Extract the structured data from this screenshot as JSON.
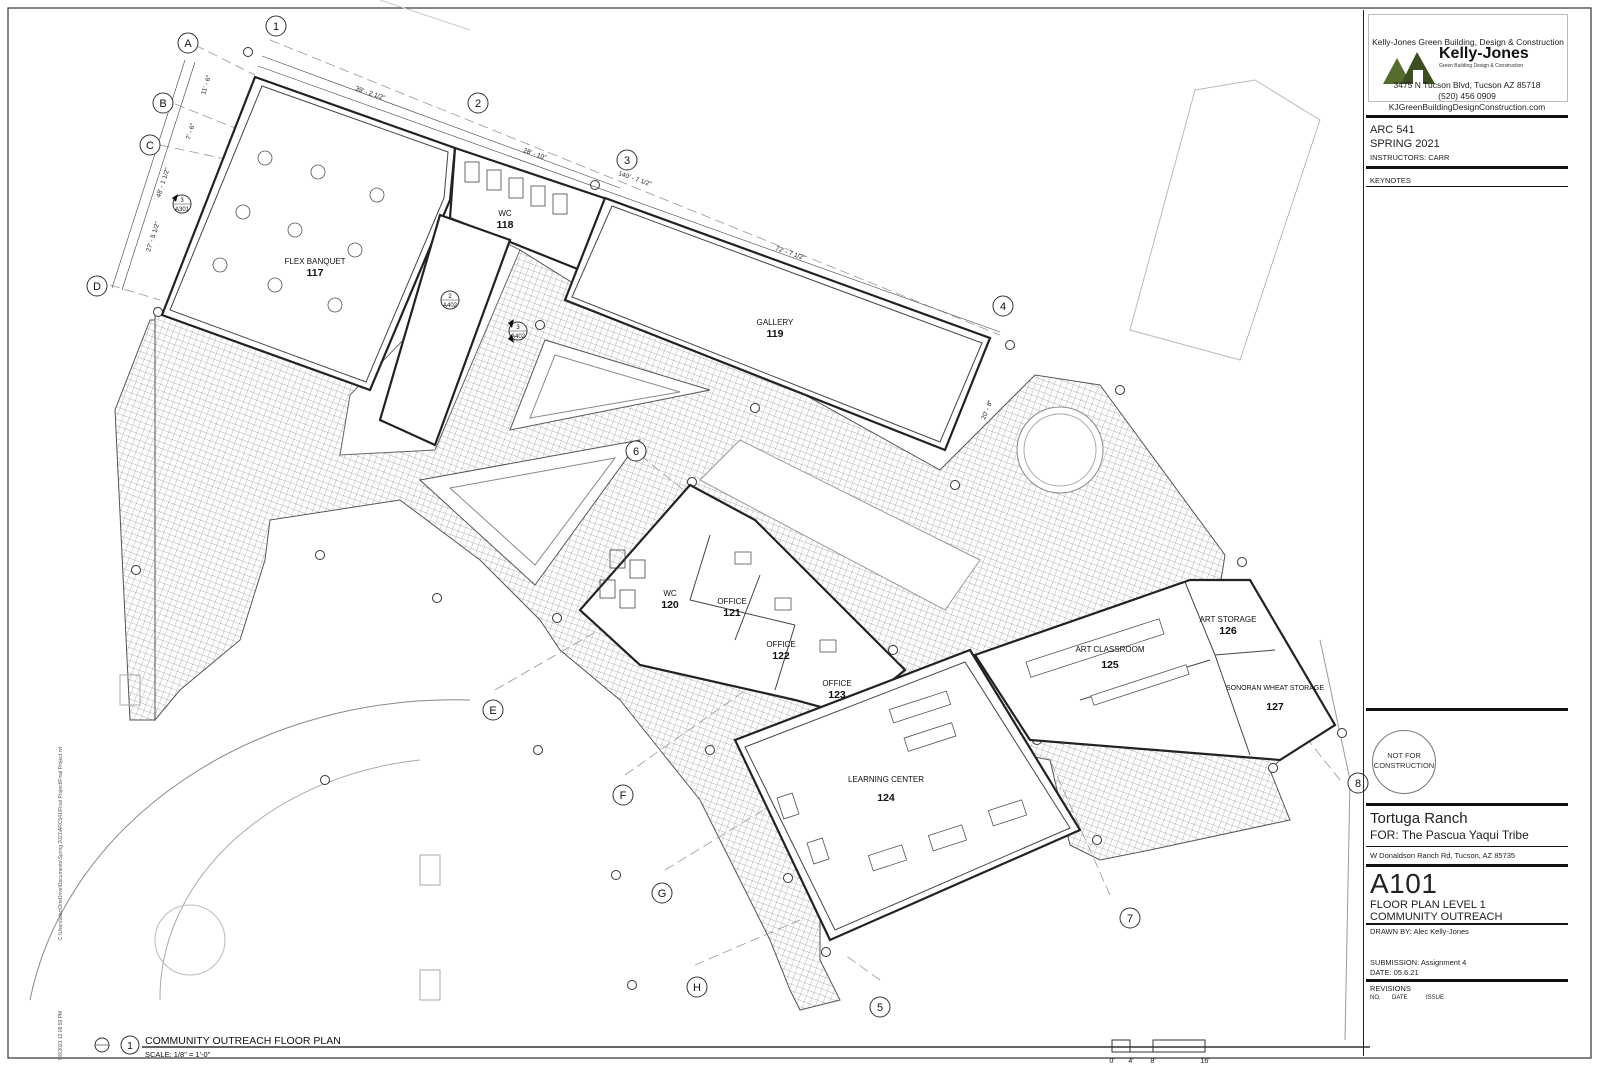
{
  "drawing": {
    "rooms": [
      {
        "name": "FLEX BANQUET",
        "number": "117"
      },
      {
        "name": "WC",
        "number": "118"
      },
      {
        "name": "GALLERY",
        "number": "119"
      },
      {
        "name": "WC",
        "number": "120"
      },
      {
        "name": "OFFICE",
        "number": "121"
      },
      {
        "name": "OFFICE",
        "number": "122"
      },
      {
        "name": "OFFICE",
        "number": "123"
      },
      {
        "name": "LEARNING CENTER",
        "number": "124"
      },
      {
        "name": "ART CLASSROOM",
        "number": "125"
      },
      {
        "name": "ART STORAGE",
        "number": "126"
      },
      {
        "name": "SONORAN WHEAT STORAGE",
        "number": "127"
      }
    ],
    "grid_numbers": [
      "1",
      "2",
      "3",
      "4",
      "5",
      "6",
      "7",
      "8"
    ],
    "grid_letters": [
      "A",
      "B",
      "C",
      "D",
      "E",
      "F",
      "G",
      "H"
    ],
    "dimensions": [
      "39' - 2 1/2\"",
      "28' - 10\"",
      "140' - 7 1/2\"",
      "72' - 7 1/2\"",
      "11' - 6\"",
      "7' - 6\"",
      "48' - 1 1/2\"",
      "27' - 5 1/2\"",
      "20' - 8\""
    ],
    "section_tags": [
      {
        "num": "3",
        "sheet": "A301"
      },
      {
        "num": "2",
        "sheet": "A402"
      },
      {
        "num": "3",
        "sheet": "A402"
      }
    ],
    "view_number": "1",
    "view_title": "COMMUNITY OUTREACH FLOOR PLAN",
    "view_scale": "SCALE: 1/8\" = 1'-0\"",
    "scale_bar_labels": [
      "0'",
      "4'",
      "8'",
      "16'"
    ],
    "file_path": "C:\\Users\\alec\\OneDrive\\Documents\\Spring 2021\\ARC541\\Final Project\\Final Project.rvt",
    "print_stamp": "5/8/2021 12:08:59 PM"
  },
  "title_block": {
    "firm": {
      "header": "Kelly-Jones Green Building, Design & Construction",
      "logo_name": "Kelly-Jones",
      "logo_sub": "Green Building Design & Construction",
      "address": "3475 N Tucson Blvd, Tucson AZ 85718",
      "phone": "(520) 456 0909",
      "web": "KJGreenBuildingDesignConstruction.com"
    },
    "course": "ARC 541",
    "term": "SPRING 2021",
    "instructors": "INSTRUCTORS: CARR",
    "keynotes": "KEYNOTES",
    "stamp_line1": "NOT FOR",
    "stamp_line2": "CONSTRUCTION",
    "project": "Tortuga Ranch",
    "client": "FOR: The Pascua Yaqui Tribe",
    "project_address": "W Donaldson Ranch Rd, Tucson, AZ 85735",
    "sheet_number": "A101",
    "sheet_title1": "FLOOR PLAN LEVEL 1",
    "sheet_title2": "COMMUNITY OUTREACH",
    "drawn_by": "DRAWN BY: Alec Kelly-Jones",
    "submission": "SUBMISSION: Assignment 4",
    "date": "DATE: 05.6.21",
    "revisions": "REVISIONS",
    "rev_no": "NO.",
    "rev_date": "DATE",
    "rev_issue": "ISSUE"
  }
}
